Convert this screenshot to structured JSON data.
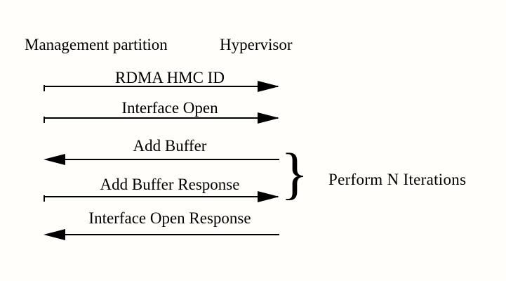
{
  "diagram": {
    "type": "sequence-diagram",
    "participants": [
      {
        "id": "management-partition",
        "label": "Management partition"
      },
      {
        "id": "hypervisor",
        "label": "Hypervisor"
      }
    ],
    "messages": [
      {
        "label": "RDMA HMC ID",
        "direction": "right"
      },
      {
        "label": "Interface Open",
        "direction": "right"
      },
      {
        "label": "Add Buffer",
        "direction": "left"
      },
      {
        "label": "Add Buffer Response",
        "direction": "right"
      },
      {
        "label": "Interface Open Response",
        "direction": "left"
      }
    ],
    "annotation": {
      "brace_glyph": "}",
      "label": "Perform N Iterations",
      "groups_messages": [
        "Add Buffer",
        "Add Buffer Response"
      ]
    },
    "colors": {
      "ink": "#000000",
      "background": "#fffefa"
    }
  }
}
